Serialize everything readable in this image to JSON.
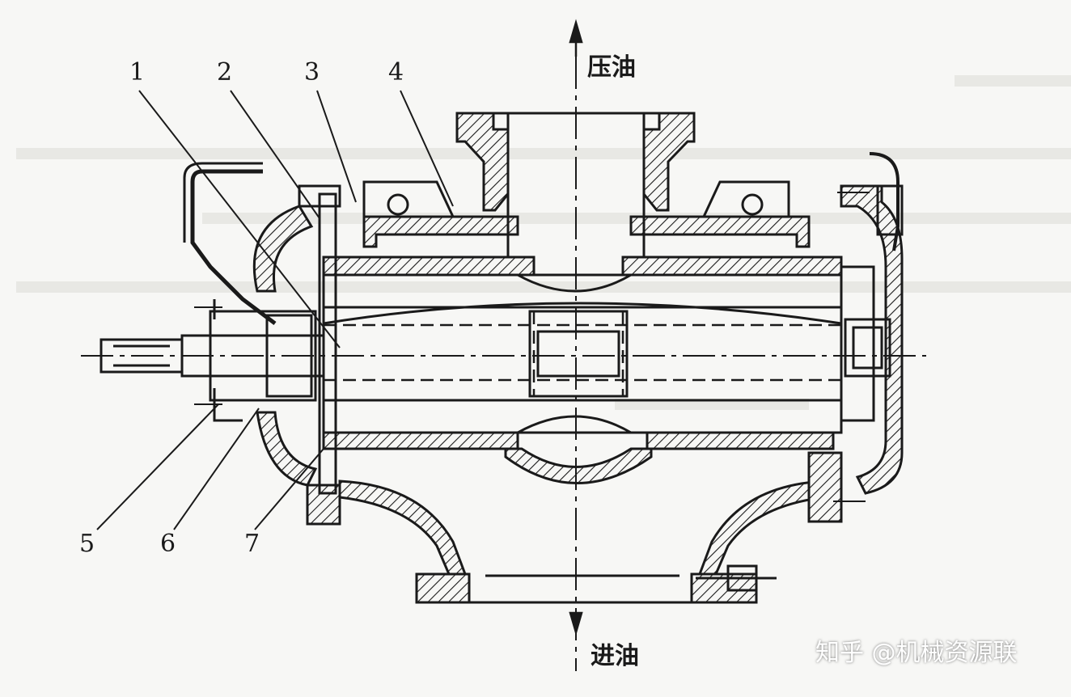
{
  "labels": {
    "parts": [
      "1",
      "2",
      "3",
      "4",
      "5",
      "6",
      "7"
    ],
    "outlet": "压油",
    "inlet": "进油"
  },
  "watermark": "知乎 @机械资源联",
  "colors": {
    "line": "#1a1a1a",
    "background": "#f7f7f5",
    "ghost_text": "#d8d8d4"
  }
}
